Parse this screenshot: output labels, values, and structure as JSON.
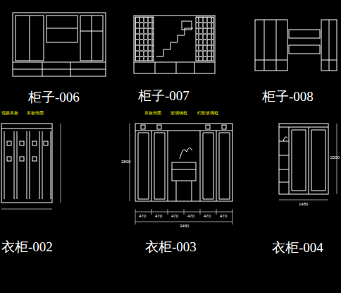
{
  "diagram": {
    "labels": [
      "柜子-006",
      "柜子-007",
      "柜子-008",
      "衣柜-002",
      "衣柜-003",
      "衣柜-004",
      "现类夹板",
      "夹板饰面",
      "夹板饰面",
      "玻璃钢框",
      "幻影玻璃框",
      "470",
      "470",
      "470",
      "470",
      "470",
      "470",
      "3480",
      "2800",
      "1480",
      "2000"
    ]
  }
}
